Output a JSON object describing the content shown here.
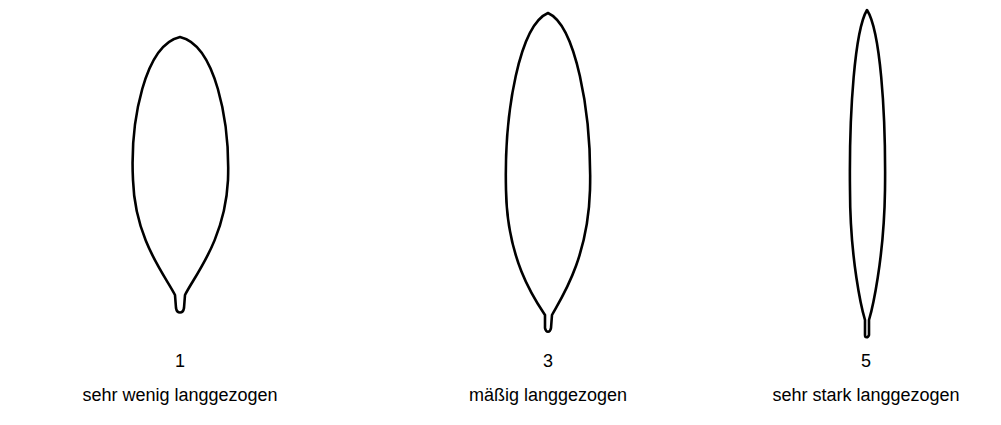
{
  "diagram": {
    "labels": [
      "1",
      "sehr wenig langgezogen",
      "3",
      "mäßig langgezogen",
      "5",
      "sehr stark langgezogen"
    ]
  }
}
